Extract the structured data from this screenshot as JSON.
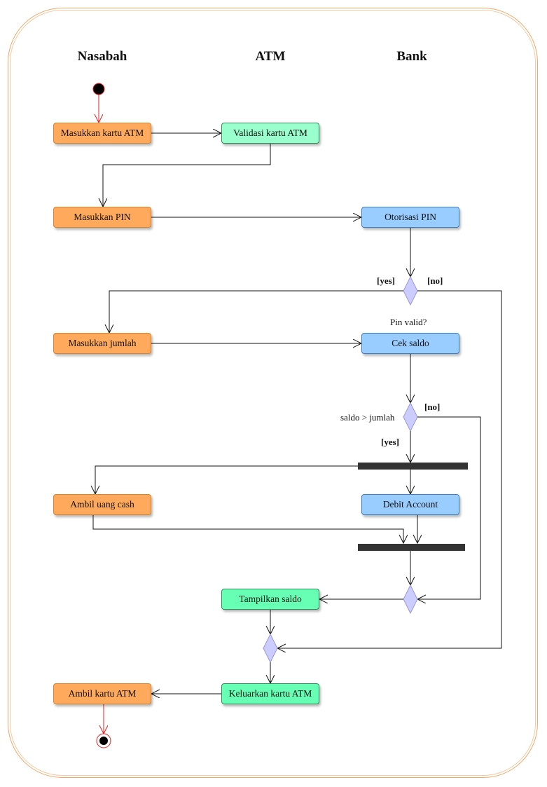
{
  "swimlanes": {
    "nasabah": "Nasabah",
    "atm": "ATM",
    "bank": "Bank"
  },
  "actions": {
    "masukkan_kartu": "Masukkan kartu ATM",
    "validasi_kartu": "Validasi kartu ATM",
    "masukkan_pin": "Masukkan PIN",
    "otorisasi_pin": "Otorisasi PIN",
    "masukkan_jumlah": "Masukkan jumlah",
    "cek_saldo": "Cek saldo",
    "ambil_uang": "Ambil uang cash",
    "debit_account": "Debit Account",
    "tampilkan_saldo": "Tampilkan saldo",
    "keluarkan_kartu": "Keluarkan kartu ATM",
    "ambil_kartu": "Ambil kartu ATM"
  },
  "guards": {
    "pin_yes": "[yes]",
    "pin_no": "[no]",
    "pin_valid": "Pin valid?",
    "saldo_cond": "saldo > jumlah",
    "saldo_no": "[no]",
    "saldo_yes": "[yes]"
  },
  "colors": {
    "nasabah_fill": "#ffa95c",
    "atm_fill": "#66ffb3",
    "bank_fill": "#99ccff",
    "decision_fill": "#ccccff",
    "start_arrow": "#e02020",
    "frame": "#f0a868"
  }
}
